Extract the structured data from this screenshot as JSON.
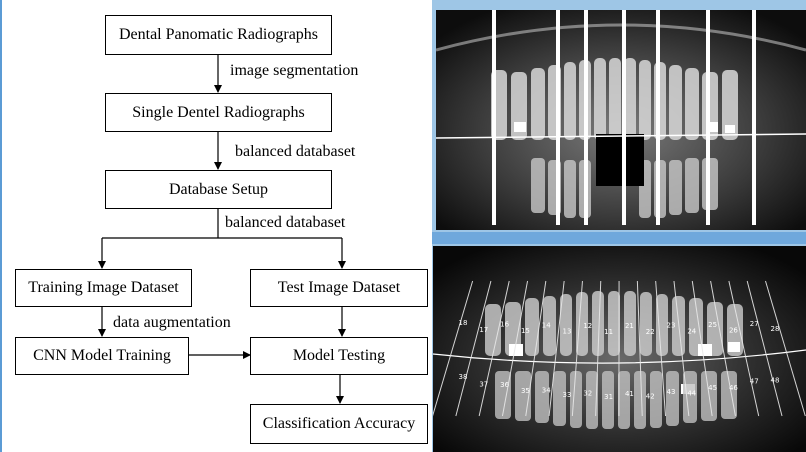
{
  "flowchart": {
    "nodes": {
      "panoramic": "Dental Panomatic Radiographs",
      "single": "Single Dentel Radiographs",
      "setup": "Database Setup",
      "training_dataset": "Training Image Dataset",
      "test_dataset": "Test Image Dataset",
      "cnn_training": "CNN Model Training",
      "model_testing": "Model Testing",
      "accuracy": "Classification Accuracy"
    },
    "edge_labels": {
      "segmentation": "image segmentation",
      "balanced_1": "balanced databaset",
      "balanced_2": "balanced databaset",
      "augmentation": "data augmentation"
    }
  },
  "xray_top": {
    "segments": 7
  },
  "xray_bottom": {
    "upper_teeth": [
      "18",
      "17",
      "16",
      "15",
      "14",
      "13",
      "12",
      "11",
      "21",
      "22",
      "23",
      "24",
      "25",
      "26",
      "27",
      "28"
    ],
    "lower_teeth": [
      "38",
      "37",
      "36",
      "35",
      "34",
      "33",
      "32",
      "31",
      "41",
      "42",
      "43",
      "44",
      "45",
      "46",
      "47",
      "48"
    ]
  }
}
